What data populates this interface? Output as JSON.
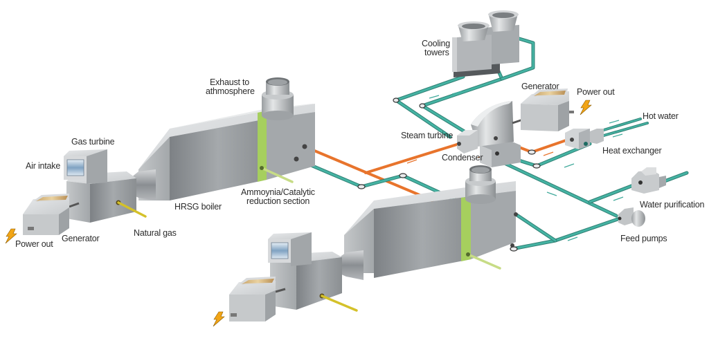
{
  "title": "Combined cycle power plant schematic",
  "colors": {
    "steam_pipe": "#e8742c",
    "water_pipe": "#3fa99a",
    "gas_pipe": "#d4c12a",
    "ammonia_pipe": "#c7dc86",
    "catalytic_band": "#a6cf5e",
    "equipment": "#b9bcbf",
    "lightning": "#f2a516"
  },
  "labels": {
    "gas_turbine": "Gas turbine",
    "air_intake": "Air intake",
    "generator_left": "Generator",
    "power_out_left": "Power out",
    "natural_gas": "Natural gas",
    "hrsg_boiler": "HRSG boiler",
    "exhaust_line1": "Exhaust to",
    "exhaust_line2": "athmosphere",
    "ammonia_line1": "Ammoynia/Catalytic",
    "ammonia_line2": "reduction section",
    "cooling_line1": "Cooling",
    "cooling_line2": "towers",
    "generator_right": "Generator",
    "power_out_right": "Power out",
    "steam_turbine": "Steam turbine",
    "condenser": "Condenser",
    "hot_water": "Hot water",
    "heat_exchanger": "Heat exchanger",
    "water_purification": "Water purification",
    "feed_pumps": "Feed pumps"
  }
}
